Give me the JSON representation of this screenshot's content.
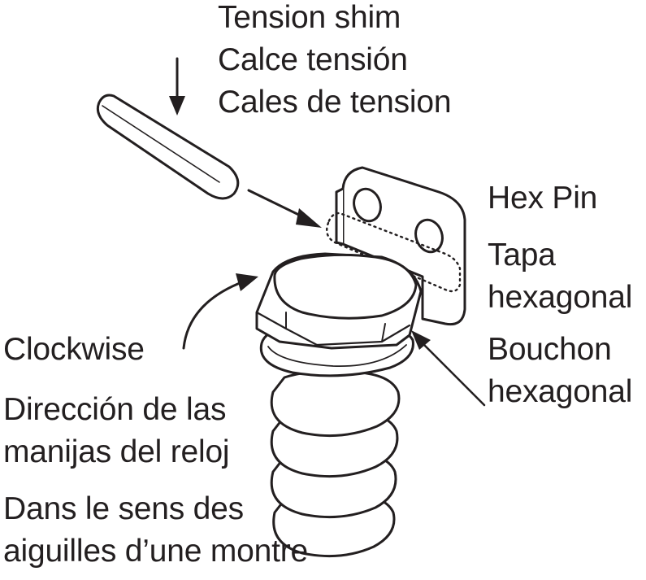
{
  "labels": {
    "tension_shim": {
      "en": "Tension shim",
      "es": "Calce tensión",
      "fr": "Cales de tension"
    },
    "hex_pin": {
      "en": "Hex Pin",
      "es_line1": "Tapa",
      "es_line2": "hexagonal",
      "fr_line1": "Bouchon",
      "fr_line2": "hexagonal"
    },
    "clockwise": {
      "en": "Clockwise",
      "es_line1": "Dirección de las",
      "es_line2": "manijas del reloj",
      "fr_line1": "Dans le sens des",
      "fr_line2": "aiguilles d’une montre"
    }
  },
  "colors": {
    "line": "#231f20",
    "background": "#ffffff"
  }
}
